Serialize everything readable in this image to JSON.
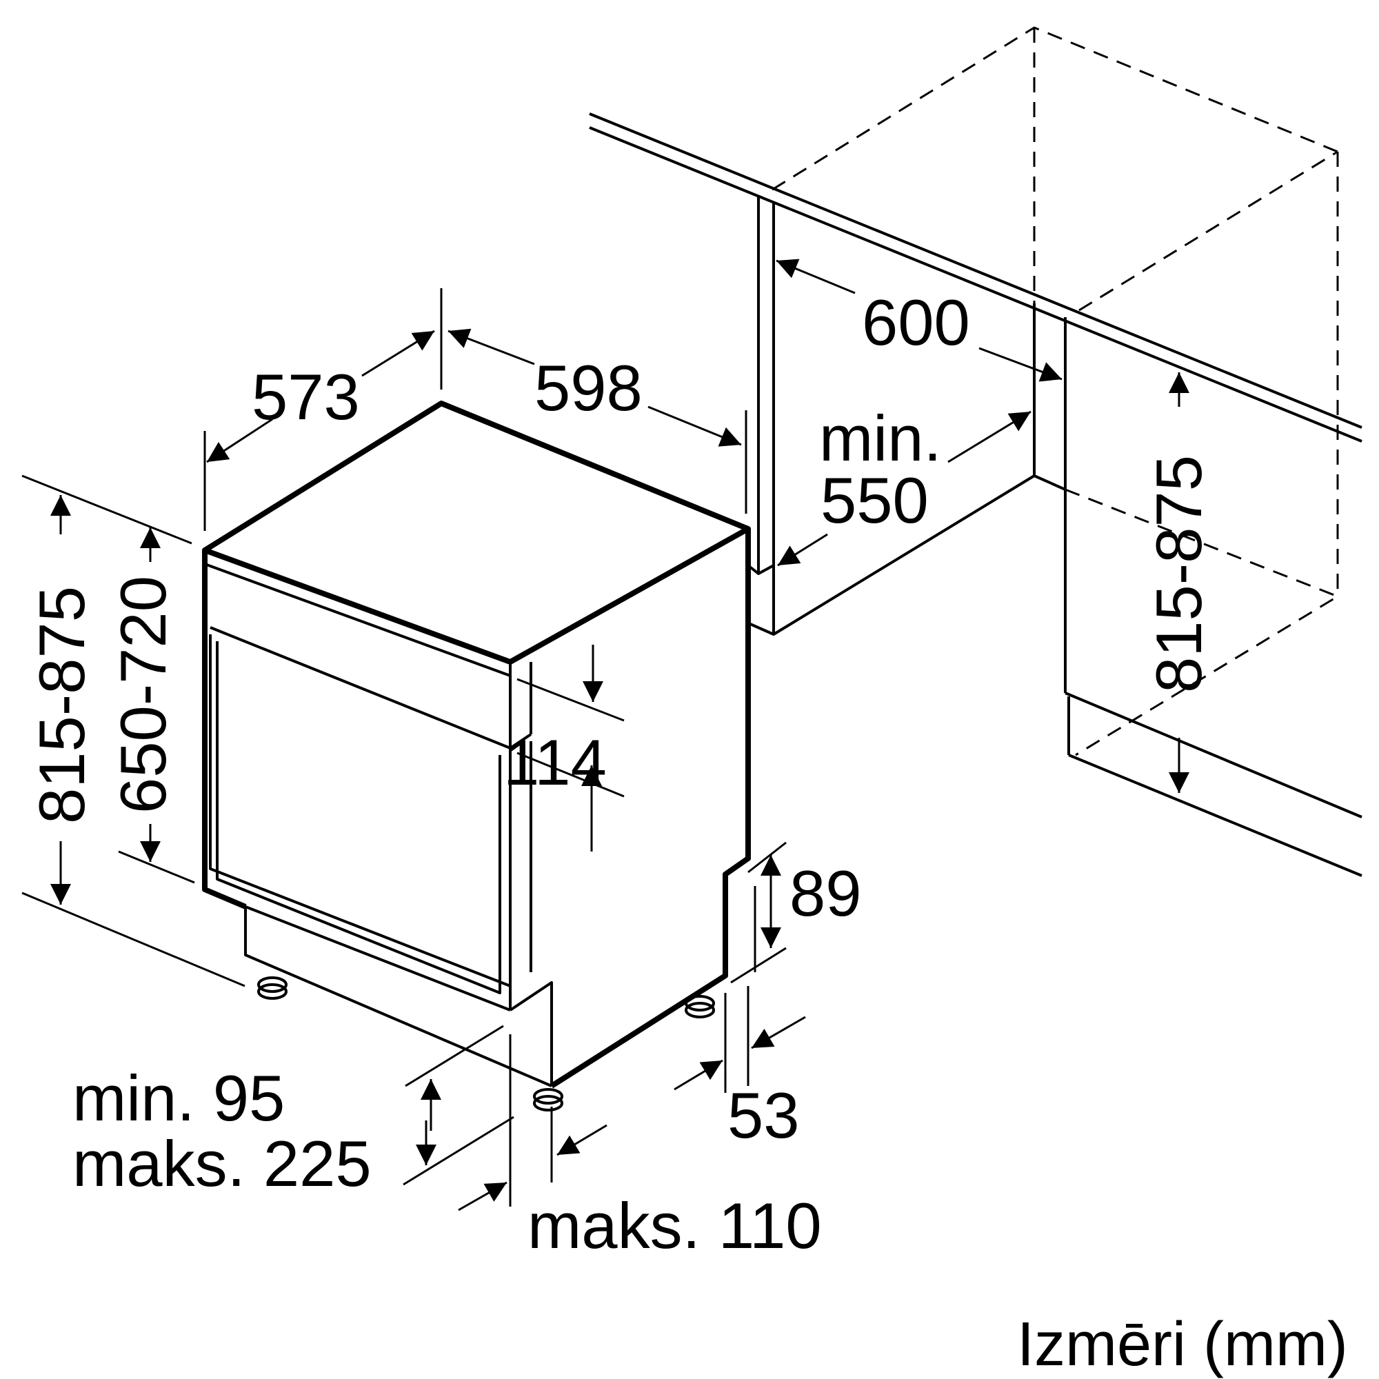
{
  "dimensions": {
    "width_573": "573",
    "width_598": "598",
    "niche_600": "600",
    "niche_min": "min.",
    "niche_550": "550",
    "height_815_875_left": "815-875",
    "height_650_720": "650-720",
    "height_815_875_right": "815-875",
    "panel_114": "114",
    "plinth_89": "89",
    "foot_53": "53",
    "plinth_min": "min. 95",
    "plinth_max": "maks. 225",
    "foot_max_110": "maks. 110"
  },
  "footer": {
    "units_label": "Izmēri (mm)"
  },
  "colors": {
    "line": "#000000",
    "background": "#ffffff"
  }
}
